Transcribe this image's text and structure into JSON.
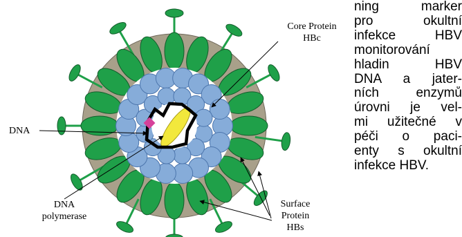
{
  "diagram": {
    "labels": {
      "core_protein_1": "Core Protein",
      "core_protein_2": "HBc",
      "dna": "DNA",
      "dna_polymerase_1": "DNA",
      "dna_polymerase_2": "polymerase",
      "surface_protein_1": "Surface",
      "surface_protein_2": "Protein",
      "surface_protein_3": "HBs"
    },
    "colors": {
      "envelope": "#a8a08a",
      "surface_protein": "#1fa049",
      "core_protein": "#86acd9",
      "capsid_inner": "#ffffff",
      "dna_outline": "#000000",
      "polymerase": "#f2e83c",
      "marker": "#d6419a"
    }
  },
  "text": {
    "lines": [
      "ning marker",
      "pro okultní",
      "infekce HBV",
      "monitorování",
      "hladin HBV",
      "DNA a jater-",
      "ních enzymů",
      "úrovni je vel-",
      "mi užitečné v",
      "péči o paci-",
      "enty s okultní",
      "infekce HBV."
    ]
  }
}
